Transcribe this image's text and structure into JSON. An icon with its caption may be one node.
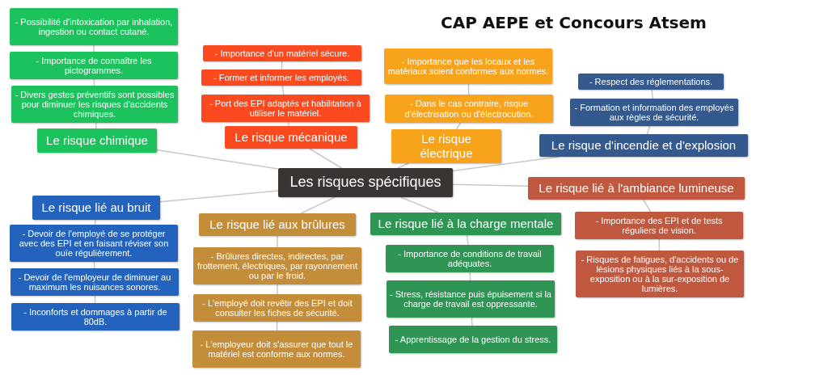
{
  "diagram": {
    "title": "CAP AEPE et Concours Atsem",
    "nodes": [
      {
        "text": [
          "Les risques spécifiques"
        ]
      },
      {
        "text": [
          "Le risque chimique"
        ]
      },
      {
        "text": [
          "- Divers gestes préventifs sont possibles pour diminuer les risques d'accidents chimiques."
        ]
      },
      {
        "text": [
          "- Importance de connaître les pictogrammes."
        ]
      },
      {
        "text": [
          "- Possibilité d'intoxication par inhalation, ingestion ou contact cutané."
        ]
      },
      {
        "text": [
          "Le risque mécanique"
        ]
      },
      {
        "text": [
          "- Port des EPI adaptés et habilitation à utiliser le matériel."
        ]
      },
      {
        "text": [
          "- Former et informer les employés."
        ]
      },
      {
        "text": [
          "- Importance d'un matériel sécure."
        ]
      },
      {
        "text": [
          "Le risque électrique"
        ]
      },
      {
        "text": [
          "- Dans le cas contraire, risque d'électrisation ou d'électrocution."
        ]
      },
      {
        "text": [
          "- Importance que les locaux et les matériaux soient conformes aux normes."
        ]
      },
      {
        "text": [
          "Le risque d'incendie et d'explosion"
        ]
      },
      {
        "text": [
          "- Formation et information des employés aux règles de sécurité."
        ]
      },
      {
        "text": [
          "- Respect des réglementations."
        ]
      },
      {
        "text": [
          "Le risque lié à l'ambiance lumineuse"
        ]
      },
      {
        "text": [
          "- Importance des EPI et de tests réguliers de vision."
        ]
      },
      {
        "text": [
          "- Risques de fatigues, d'accidents ou de lésions physiques liés à la sous-exposition ou à la sur-exposition de lumières."
        ]
      },
      {
        "text": [
          "Le risque lié à la charge mentale"
        ]
      },
      {
        "text": [
          "- Importance de conditions de travail adéquates."
        ]
      },
      {
        "text": [
          "- Stress, résistance puis épuisement si la charge de travail est oppressante."
        ]
      },
      {
        "text": [
          "- Apprentissage de la gestion du stress."
        ]
      },
      {
        "text": [
          "Le risque lié aux brûlures"
        ]
      },
      {
        "text": [
          "- Brûlures directes, indirectes, par frottement, électriques, par rayonnement ou par le froid."
        ]
      },
      {
        "text": [
          "- L'employé doit revêtir des EPI et doit consulter les fiches de sécurité."
        ]
      },
      {
        "text": [
          "- L'employeur doit s'assurer que tout le matériel est conforme aux normes."
        ]
      },
      {
        "text": [
          "Le risque lié au bruit"
        ]
      },
      {
        "text": [
          "- Devoir de l'employé de se protéger avec des EPI et en faisant réviser son ouïe régulièrement."
        ]
      },
      {
        "text": [
          "- Devoir de l'employeur de diminuer au maximum les nuisances sonores."
        ]
      },
      {
        "text": [
          "- Inconforts et dommages à partir de 80dB."
        ]
      }
    ],
    "edges": [
      {
        "from": 0,
        "to": 1,
        "arrow": "none"
      },
      {
        "from": 1,
        "to": 2,
        "arrow": "none"
      },
      {
        "from": 2,
        "to": 3,
        "arrow": "none"
      },
      {
        "from": 3,
        "to": 4,
        "arrow": "none"
      },
      {
        "from": 0,
        "to": 5,
        "arrow": "none"
      },
      {
        "from": 5,
        "to": 6,
        "arrow": "none"
      },
      {
        "from": 6,
        "to": 7,
        "arrow": "none"
      },
      {
        "from": 7,
        "to": 8,
        "arrow": "none"
      },
      {
        "from": 0,
        "to": 9,
        "arrow": "none"
      },
      {
        "from": 9,
        "to": 10,
        "arrow": "none"
      },
      {
        "from": 10,
        "to": 11,
        "arrow": "none"
      },
      {
        "from": 0,
        "to": 12,
        "arrow": "none"
      },
      {
        "from": 12,
        "to": 13,
        "arrow": "none"
      },
      {
        "from": 13,
        "to": 14,
        "arrow": "none"
      },
      {
        "from": 0,
        "to": 15,
        "arrow": "none"
      },
      {
        "from": 15,
        "to": 16,
        "arrow": "none"
      },
      {
        "from": 16,
        "to": 17,
        "arrow": "none"
      },
      {
        "from": 0,
        "to": 18,
        "arrow": "none"
      },
      {
        "from": 18,
        "to": 19,
        "arrow": "none"
      },
      {
        "from": 19,
        "to": 20,
        "arrow": "none"
      },
      {
        "from": 20,
        "to": 21,
        "arrow": "none"
      },
      {
        "from": 0,
        "to": 22,
        "arrow": "none"
      },
      {
        "from": 22,
        "to": 23,
        "arrow": "none"
      },
      {
        "from": 23,
        "to": 24,
        "arrow": "none"
      },
      {
        "from": 24,
        "to": 25,
        "arrow": "none"
      },
      {
        "from": 0,
        "to": 26,
        "arrow": "none"
      },
      {
        "from": 26,
        "to": 27,
        "arrow": "none"
      },
      {
        "from": 27,
        "to": 28,
        "arrow": "none"
      },
      {
        "from": 28,
        "to": 29,
        "arrow": "none"
      }
    ]
  }
}
